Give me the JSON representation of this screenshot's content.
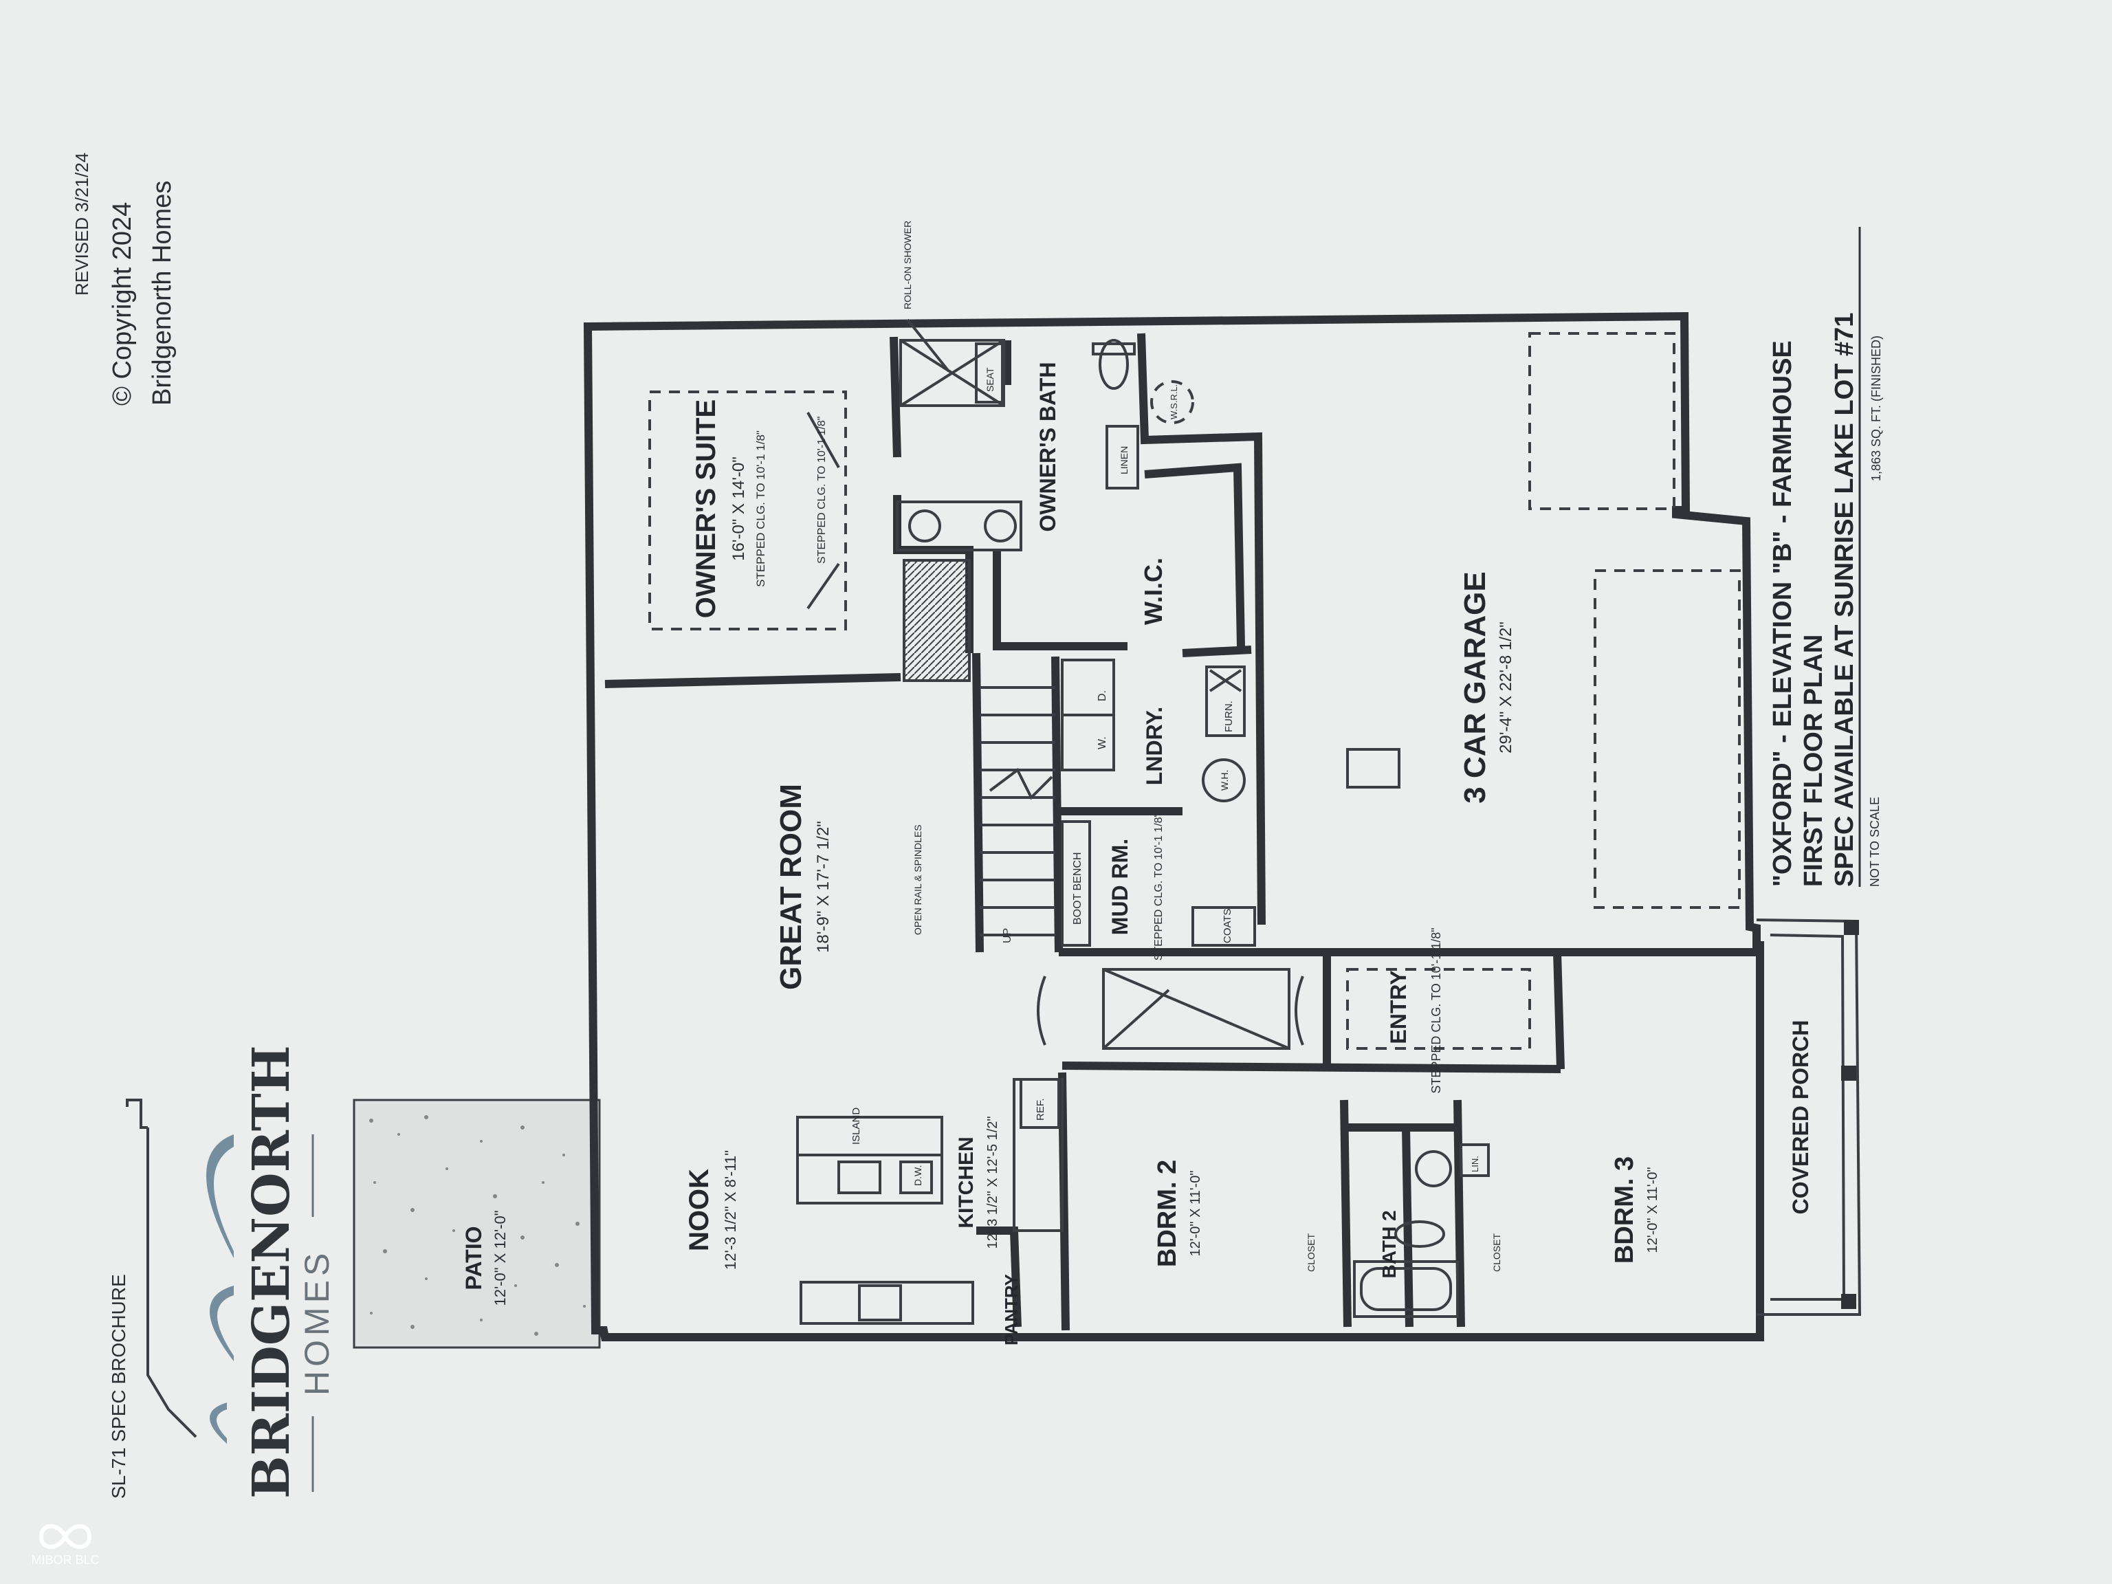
{
  "header": {
    "revised": "REVISED 3/21/24",
    "copyright": "© Copyright 2024",
    "company": "Bridgenorth Homes"
  },
  "brochure_label": "SL-71 SPEC BROCHURE",
  "logo": {
    "brand": "BRIDGENORTH",
    "sub": "HOMES"
  },
  "title_block": {
    "line1": "\"OXFORD\" - ELEVATION \"B\" - FARMHOUSE",
    "line2": "FIRST FLOOR PLAN",
    "line3": "SPEC AVAILABLE AT SUNRISE LAKE LOT #71",
    "note": "NOT TO SCALE",
    "sqft": "1,863 SQ. FT. (FINISHED)"
  },
  "rooms": {
    "owners_suite": {
      "name": "OWNER'S SUITE",
      "dims": "16'-0\" X 14'-0\"",
      "ceiling": "STEPPED CLG. TO 10'-1 1/8\""
    },
    "owners_bath": {
      "name": "OWNER'S BATH"
    },
    "wic": {
      "name": "W.I.C."
    },
    "garage": {
      "name": "3 CAR GARAGE",
      "dims": "29'-4\" X 22'-8 1/2\""
    },
    "great_room": {
      "name": "GREAT ROOM",
      "dims": "18'-9\" X 17'-7 1/2\""
    },
    "laundry": {
      "name": "LNDRY."
    },
    "mud_room": {
      "name": "MUD RM.",
      "ceiling": "STEPPED CLG. TO 10'-1 1/8\""
    },
    "entry": {
      "name": "ENTRY",
      "ceiling": "STEPPED CLG. TO 10'-1 1/8\""
    },
    "nook": {
      "name": "NOOK",
      "dims": "12'-3 1/2\" X 8'-11\""
    },
    "kitchen": {
      "name": "KITCHEN",
      "dims": "12'-3 1/2\" X 12'-5 1/2\""
    },
    "pantry": {
      "name": "PANTRY"
    },
    "bedroom2": {
      "name": "BDRM. 2",
      "dims": "12'-0\" X 11'-0\""
    },
    "bedroom3": {
      "name": "BDRM. 3",
      "dims": "12'-0\" X 11'-0\""
    },
    "bath2": {
      "name": "BATH 2"
    },
    "patio": {
      "name": "PATIO",
      "dims": "12'-0\" X 12'-0\""
    },
    "covered_porch": {
      "name": "COVERED PORCH"
    }
  },
  "labels": {
    "roll_on_shower": "ROLL-ON SHOWER",
    "seat": "SEAT",
    "linen": "LINEN",
    "wsrl": "W.S.R.L.",
    "stepped_clg_suite": "STEPPED CLG. TO 10'-1 1/8\"",
    "open_rail": "OPEN RAIL & SPINDLES",
    "up": "UP",
    "boot_bench": "BOOT BENCH",
    "coats": "COATS",
    "washer": "W.",
    "dryer": "D.",
    "furnace": "FURN.",
    "water_heater": "W.H.",
    "island": "ISLAND",
    "dw": "D.W.",
    "ref": "REF.",
    "closet": "CLOSET",
    "lin": "LIN."
  },
  "watermark": "MIBOR BLC"
}
